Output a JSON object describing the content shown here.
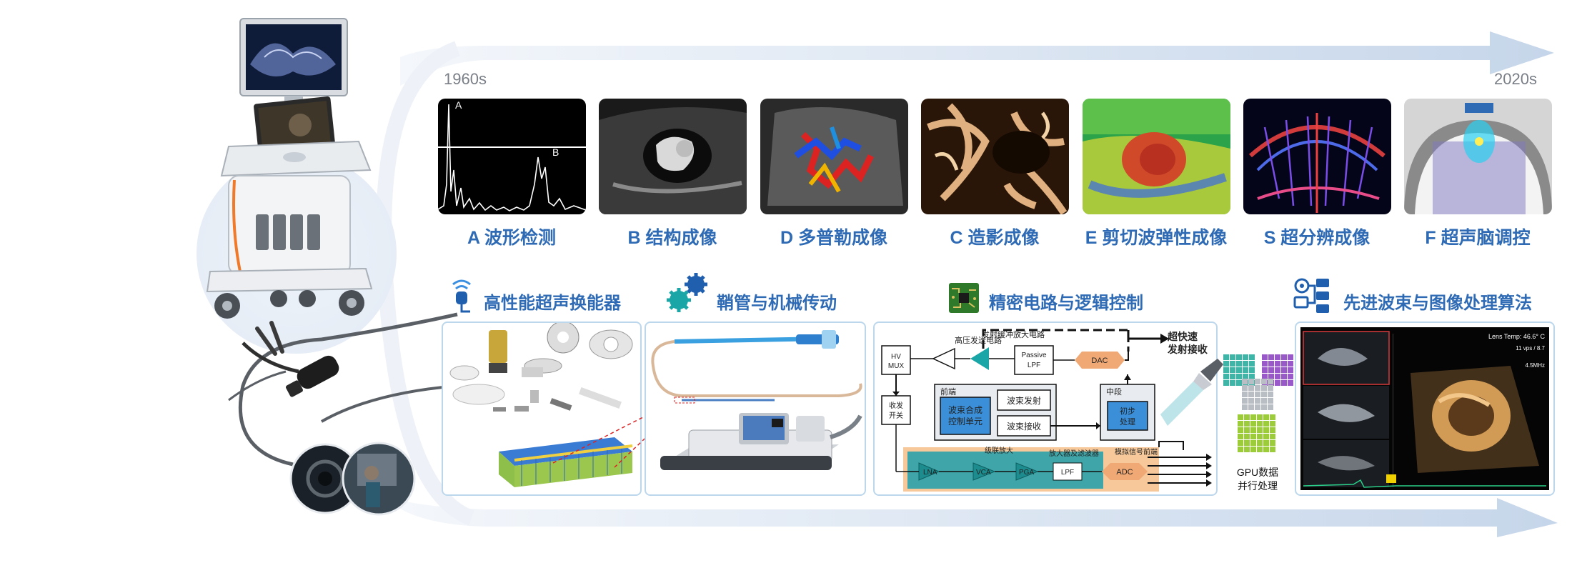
{
  "timeline": {
    "start_label": "1960s",
    "end_label": "2020s"
  },
  "modalities": [
    {
      "label": "A 波形检测"
    },
    {
      "label": "B 结构成像"
    },
    {
      "label": "D 多普勒成像"
    },
    {
      "label": "C 造影成像"
    },
    {
      "label": "E 剪切波弹性成像"
    },
    {
      "label": "S 超分辨成像"
    },
    {
      "label": "F 超声脑调控"
    }
  ],
  "a_mode": {
    "peak_a": "A",
    "peak_b": "B"
  },
  "sections": {
    "transducer": {
      "title": "高性能超声换能器"
    },
    "catheter": {
      "title": "鞘管与机械传动"
    },
    "circuit": {
      "title": "精密电路与逻辑控制"
    },
    "algorithm": {
      "title": "先进波束与图像处理算法"
    }
  },
  "circuit": {
    "hv_tx": "高压发送电路",
    "pulse_amp": "发射缓冲放大电路",
    "fast_txrx_1": "超快速",
    "fast_txrx_2": "发射接收",
    "hv_mux_1": "HV",
    "hv_mux_2": "MUX",
    "passive_lpf_1": "Passive",
    "passive_lpf_2": "LPF",
    "dac": "DAC",
    "front_end": "前端",
    "middle": "中段",
    "tr_switch_1": "收发",
    "tr_switch_2": "开关",
    "beam_ctrl_1": "波束合成",
    "beam_ctrl_2": "控制单元",
    "beam_tx": "波束发射",
    "beam_rx": "波束接收",
    "pre_proc_1": "初步",
    "pre_proc_2": "处理",
    "cascade_amp": "级联放大",
    "amp_filter": "放大器及滤波器",
    "analog_fe": "模拟信号前端",
    "lna": "LNA",
    "vca": "VCA",
    "pga": "PGA",
    "lpf": "LPF",
    "adc": "ADC"
  },
  "gpu": {
    "line1": "GPU数据",
    "line2": "并行处理"
  },
  "scanner_screen": {
    "line1": "Lens Temp: 46.6° C",
    "line2": "11 vps / 8.7",
    "line3": "4.5MHz"
  },
  "colors": {
    "accent_blue": "#2f6bb5",
    "timeline_arrow": "#c9d8ec",
    "panel_border": "#bcd7ec",
    "orange": "#f0a875",
    "teal": "#1aa6a6",
    "gpu_green": "#9ccc3a",
    "gpu_purple": "#9a59c9",
    "gpu_teal": "#3fb5a8"
  },
  "icons": [
    "transducer-icon",
    "gears-icon",
    "circuit-board-icon",
    "flowchart-icon",
    "flashlight-icon"
  ]
}
